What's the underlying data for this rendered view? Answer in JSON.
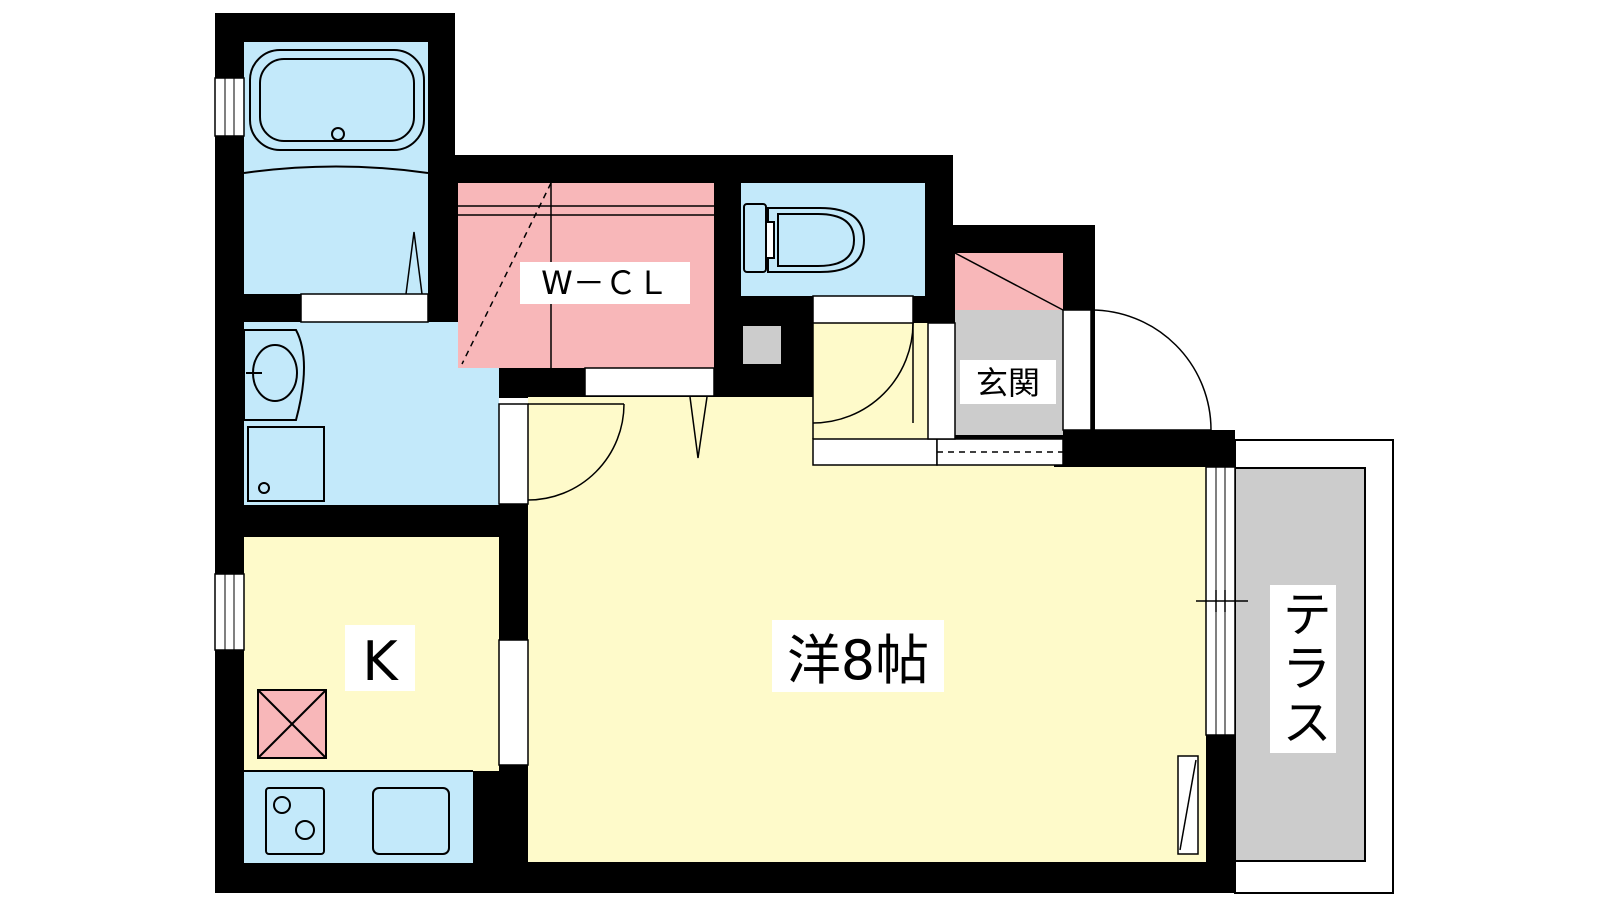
{
  "floorplan": {
    "rooms": {
      "wcl": {
        "label": "W－ＣＬ"
      },
      "entrance": {
        "label": "玄関"
      },
      "western": {
        "label": "洋8帖"
      },
      "kitchen": {
        "label": "K"
      },
      "terrace": {
        "label": "テラス"
      }
    },
    "colors": {
      "wall": "#000000",
      "wet_area": "#c3e9fa",
      "closet": "#f8b7b9",
      "living": "#fefaca",
      "entrance_floor": "#cccccc",
      "terrace_floor": "#cccccc"
    }
  }
}
